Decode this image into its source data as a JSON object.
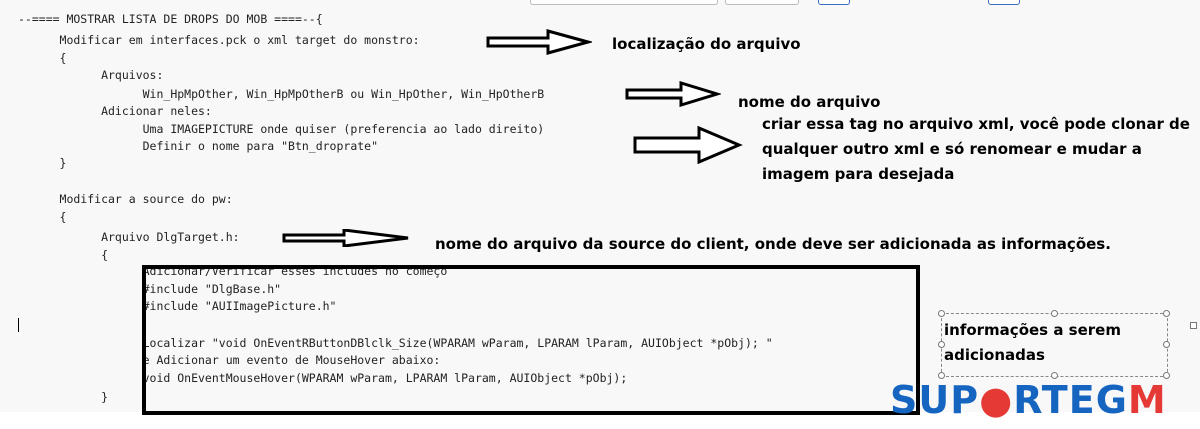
{
  "code_lines": [
    "--==== MOSTRAR LISTA DE DROPS DO MOB ====--{",
    "      Modificar em interfaces.pck o xml target do monstro:",
    "      {",
    "            Arquivos:",
    "                  Win_HpMpOther, Win_HpMpOtherB ou Win_HpOther, Win_HpOtherB",
    "            Adicionar neles:",
    "                  Uma IMAGEPICTURE onde quiser (preferencia ao lado direito)",
    "                  Definir o nome para \"Btn_droprate\"",
    "      }",
    "",
    "      Modificar a source do pw:",
    "      {",
    "            Arquivo DlgTarget.h:",
    "            {",
    "                  Adicionar/Verificar esses includes no começo",
    "                  #include \"DlgBase.h\"",
    "                  #include \"AUIImagePicture.h\"",
    "",
    "                  Localizar \"void OnEventRButtonDBlclk_Size(WPARAM wParam, LPARAM lParam, AUIObject *pObj); \"",
    "                  e Adicionar um evento de MouseHover abaixo:",
    "                  void OnEventMouseHover(WPARAM wParam, LPARAM lParam, AUIObject *pObj);",
    "            }"
  ],
  "annotations": {
    "file_location": "localização do arquivo",
    "file_name": "nome do arquivo",
    "create_tag": "criar essa tag no arquivo xml, você pode clonar de qualquer outro xml e só renomear e mudar a imagem para desejada",
    "source_file": "nome do arquivo da source do client, onde deve ser adicionada as informações.",
    "info_added": "informações a serem adicionadas"
  },
  "logo": {
    "part1": "SUP",
    "part2": "RTE",
    "part3": "G",
    "part4": "M"
  }
}
